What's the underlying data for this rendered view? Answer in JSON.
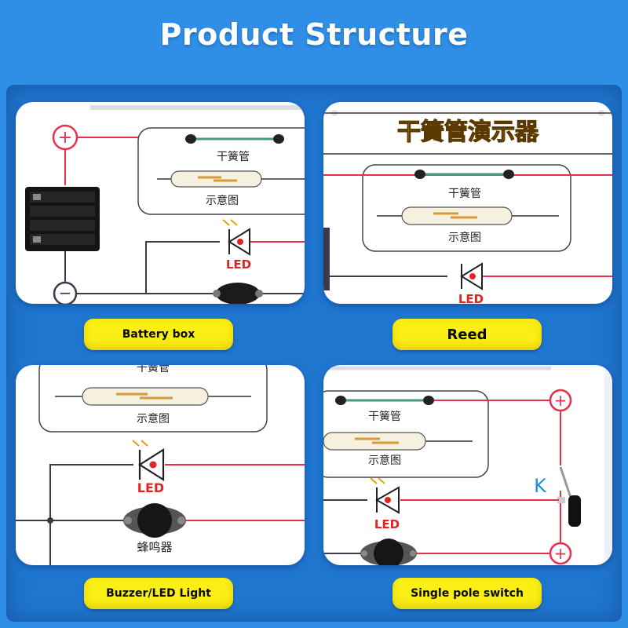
{
  "header": {
    "title": "Product Structure"
  },
  "board": {
    "reed_label": "干簧管",
    "schematic_label": "示意图",
    "led_label": "LED",
    "buzzer_label": "蜂鸣器",
    "board_title": "干簧管演示器",
    "switch_label": "K",
    "plus_symbol": "+",
    "minus_symbol": "−"
  },
  "cards": [
    {
      "caption": "Battery box"
    },
    {
      "caption": "Reed"
    },
    {
      "caption": "Buzzer/LED Light"
    },
    {
      "caption": "Single pole switch"
    }
  ],
  "colors": {
    "background": "#2f8fe6",
    "caption_bg": "#f9ef14",
    "wire_red": "#e8304a",
    "wire_dark": "#3a3a4a",
    "led_red": "#e32222",
    "title_yellow": "#f2d200"
  }
}
